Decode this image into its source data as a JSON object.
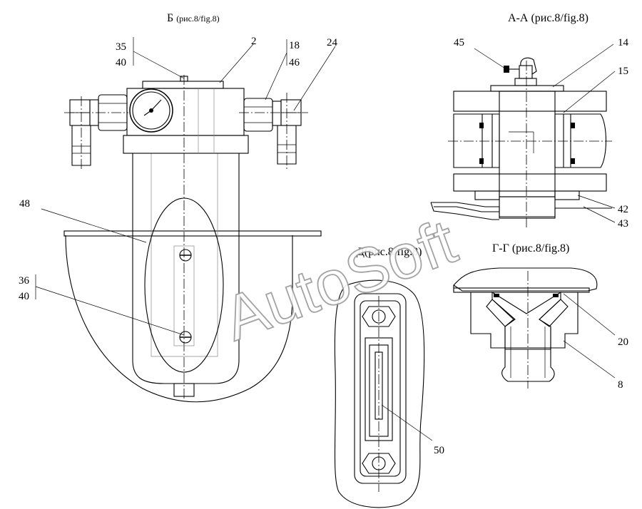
{
  "views": {
    "b": {
      "title_main": "Б",
      "title_sub": "(рис.8/fig.8)"
    },
    "aa": {
      "title": "А-А (рис.8/fig.8)"
    },
    "gg": {
      "title": "Г-Г (рис.8/fig.8)"
    },
    "d": {
      "title": "Д(рис.8/fig.8)"
    }
  },
  "callouts": {
    "c35": "35",
    "c40a": "40",
    "c2": "2",
    "c18": "18",
    "c46": "46",
    "c24": "24",
    "c48": "48",
    "c36": "36",
    "c40b": "40",
    "c45": "45",
    "c14": "14",
    "c15": "15",
    "c42": "42",
    "c43": "43",
    "c20": "20",
    "c8": "8",
    "c50": "50"
  },
  "watermark": "AutoSoft",
  "colors": {
    "line": "#000000",
    "watermark_outline": "#9a9a9a"
  }
}
